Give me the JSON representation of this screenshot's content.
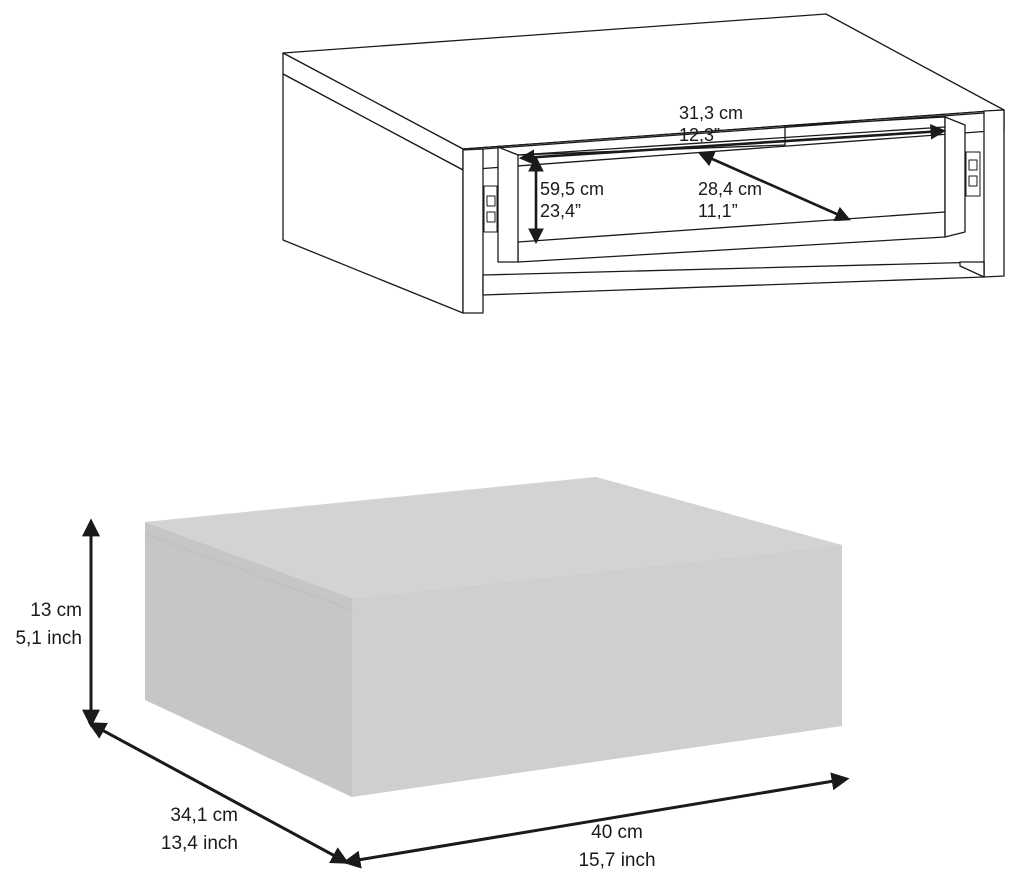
{
  "top_drawing": {
    "width_cm": "31,3 cm",
    "width_in": "12,3”",
    "height_cm": "59,5 cm",
    "height_in": "23,4”",
    "depth_cm": "28,4 cm",
    "depth_in": "11,1”"
  },
  "bottom_drawing": {
    "height_cm": "13 cm",
    "height_in": "5,1 inch",
    "depth_cm": "34,1 cm",
    "depth_in": "13,4 inch",
    "width_cm": "40 cm",
    "width_in": "15,7 inch"
  },
  "colors": {
    "line": "#1a1a1a",
    "box_top": "#d3d3d3",
    "box_front": "#cfcfcf",
    "box_side": "#c6c6c6"
  }
}
